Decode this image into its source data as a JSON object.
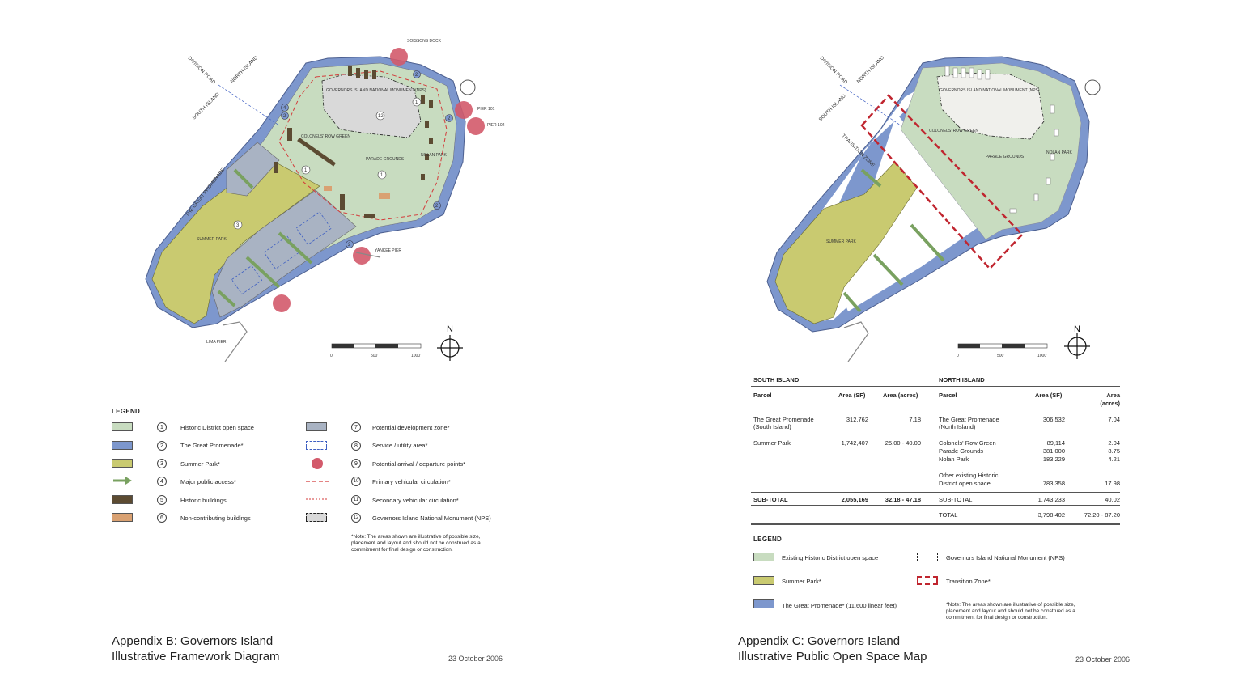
{
  "colors": {
    "historic_open_space": "#c8dcc0",
    "great_promenade": "#7d97cd",
    "summer_park": "#c9ca70",
    "major_access_arrow": "#79a160",
    "historic_buildings": "#5c4b32",
    "non_contributing": "#d9a172",
    "development_zone": "#a9b3c3",
    "service_area": "#3e5fc2",
    "arrival_points": "#d35a6b",
    "primary_circulation": "#d33a3a",
    "transition_zone": "#c0252f"
  },
  "left_map": {
    "labels": {
      "division_road": "DIVISION ROAD",
      "north_island": "NORTH ISLAND",
      "south_island": "SOUTH ISLAND",
      "soissons_dock": "SOISSONS DOCK",
      "national_monument": "GOVERNORS ISLAND NATIONAL MONUMENT (NPS)",
      "pier_101": "PIER 101",
      "pier_102": "PIER 102",
      "colonels_row_green": "COLONELS' ROW GREEN",
      "parade_grounds": "PARADE GROUNDS",
      "nolan_park": "NOLAN PARK",
      "great_promenade": "THE GREAT PROMENADE",
      "summer_park": "SUMMER PARK",
      "yankee_pier": "YANKEE PIER",
      "lima_pier": "LIMA PIER"
    },
    "scale": {
      "ticks": [
        "0",
        "500'",
        "1000'"
      ]
    },
    "north": "N"
  },
  "left_legend": {
    "title": "LEGEND",
    "items": [
      {
        "num": "1",
        "label": "Historic District open space"
      },
      {
        "num": "2",
        "label": "The Great Promenade*"
      },
      {
        "num": "3",
        "label": "Summer Park*"
      },
      {
        "num": "4",
        "label": "Major public access*"
      },
      {
        "num": "5",
        "label": "Historic buildings"
      },
      {
        "num": "6",
        "label": "Non-contributing buildings"
      },
      {
        "num": "7",
        "label": "Potential development zone*"
      },
      {
        "num": "8",
        "label": "Service / utility area*"
      },
      {
        "num": "9",
        "label": "Potential arrival / departure points*"
      },
      {
        "num": "10",
        "label": "Primary vehicular circulation*"
      },
      {
        "num": "11",
        "label": "Secondary vehicular circulation*"
      },
      {
        "num": "12",
        "label": "Governors Island National Monument (NPS)"
      }
    ],
    "note": [
      "*Note:  The areas shown are illustrative of possible size,",
      "placement and layout and should not be construed as a",
      "commitment for final design or construction."
    ]
  },
  "left_title": {
    "line1": "Appendix B: Governors Island",
    "line2": "Illustrative Framework Diagram",
    "date": "23 October 2006"
  },
  "right_map": {
    "labels": {
      "division_road": "DIVISION ROAD",
      "north_island": "NORTH ISLAND",
      "south_island": "SOUTH ISLAND",
      "transition_zone": "TRANSITION ZONE",
      "national_monument": "GOVERNORS ISLAND NATIONAL MONUMENT (NPS)",
      "colonels_row_green": "COLONELS' ROW GREEN",
      "parade_grounds": "PARADE GROUNDS",
      "nolan_park": "NOLAN PARK",
      "summer_park": "SUMMER PARK"
    },
    "scale": {
      "ticks": [
        "0",
        "500'",
        "1000'"
      ]
    },
    "north": "N"
  },
  "table": {
    "south_header": "SOUTH ISLAND",
    "north_header": "NORTH ISLAND",
    "col_parcel": "Parcel",
    "col_area_sf": "Area (SF)",
    "col_area_acres": "Area (acres)",
    "col_area_acres_n1": "Area",
    "col_area_acres_n2": "(acres)",
    "south_rows": [
      {
        "parcel_1": "The Great Promenade",
        "parcel_2": "(South Island)",
        "sf": "312,762",
        "acres": "7.18"
      },
      {
        "parcel_1": "Summer Park",
        "parcel_2": "",
        "sf": "1,742,407",
        "acres": "25.00 - 40.00"
      }
    ],
    "north_rows": [
      {
        "parcel_1": "The Great Promenade",
        "parcel_2": "(North Island)",
        "sf": "306,532",
        "acres": "7.04"
      },
      {
        "parcel_1": "Colonels' Row Green",
        "parcel_2": "",
        "sf": "89,114",
        "acres": "2.04"
      },
      {
        "parcel_1": "Parade Grounds",
        "parcel_2": "",
        "sf": "381,000",
        "acres": "8.75"
      },
      {
        "parcel_1": "Nolan Park",
        "parcel_2": "",
        "sf": "183,229",
        "acres": "4.21"
      },
      {
        "parcel_1": "Other existing Historic",
        "parcel_2": "District open space",
        "sf": "783,358",
        "acres": "17.98"
      }
    ],
    "subtotal_label": "SUB-TOTAL",
    "south_subtotal_sf": "2,055,169",
    "south_subtotal_acres": "32.18 - 47.18",
    "north_subtotal_sf": "1,743,233",
    "north_subtotal_acres": "40.02",
    "total_label": "TOTAL",
    "total_sf": "3,798,402",
    "total_acres": "72.20 - 87.20"
  },
  "right_legend": {
    "title": "LEGEND",
    "items": [
      {
        "label": "Existing Historic District open space"
      },
      {
        "label": "Summer Park*"
      },
      {
        "label": "The Great Promenade* (11,600 linear feet)"
      },
      {
        "label": "Governors Island National Monument (NPS)"
      },
      {
        "label": "Transition Zone*"
      }
    ],
    "note": [
      "*Note:  The areas shown are illustrative of possible size,",
      "placement and layout and should not be construed as a",
      "commitment for final design or construction."
    ]
  },
  "right_title": {
    "line1": "Appendix C: Governors Island",
    "line2": "Illustrative Public Open Space Map",
    "date": "23 October 2006"
  }
}
